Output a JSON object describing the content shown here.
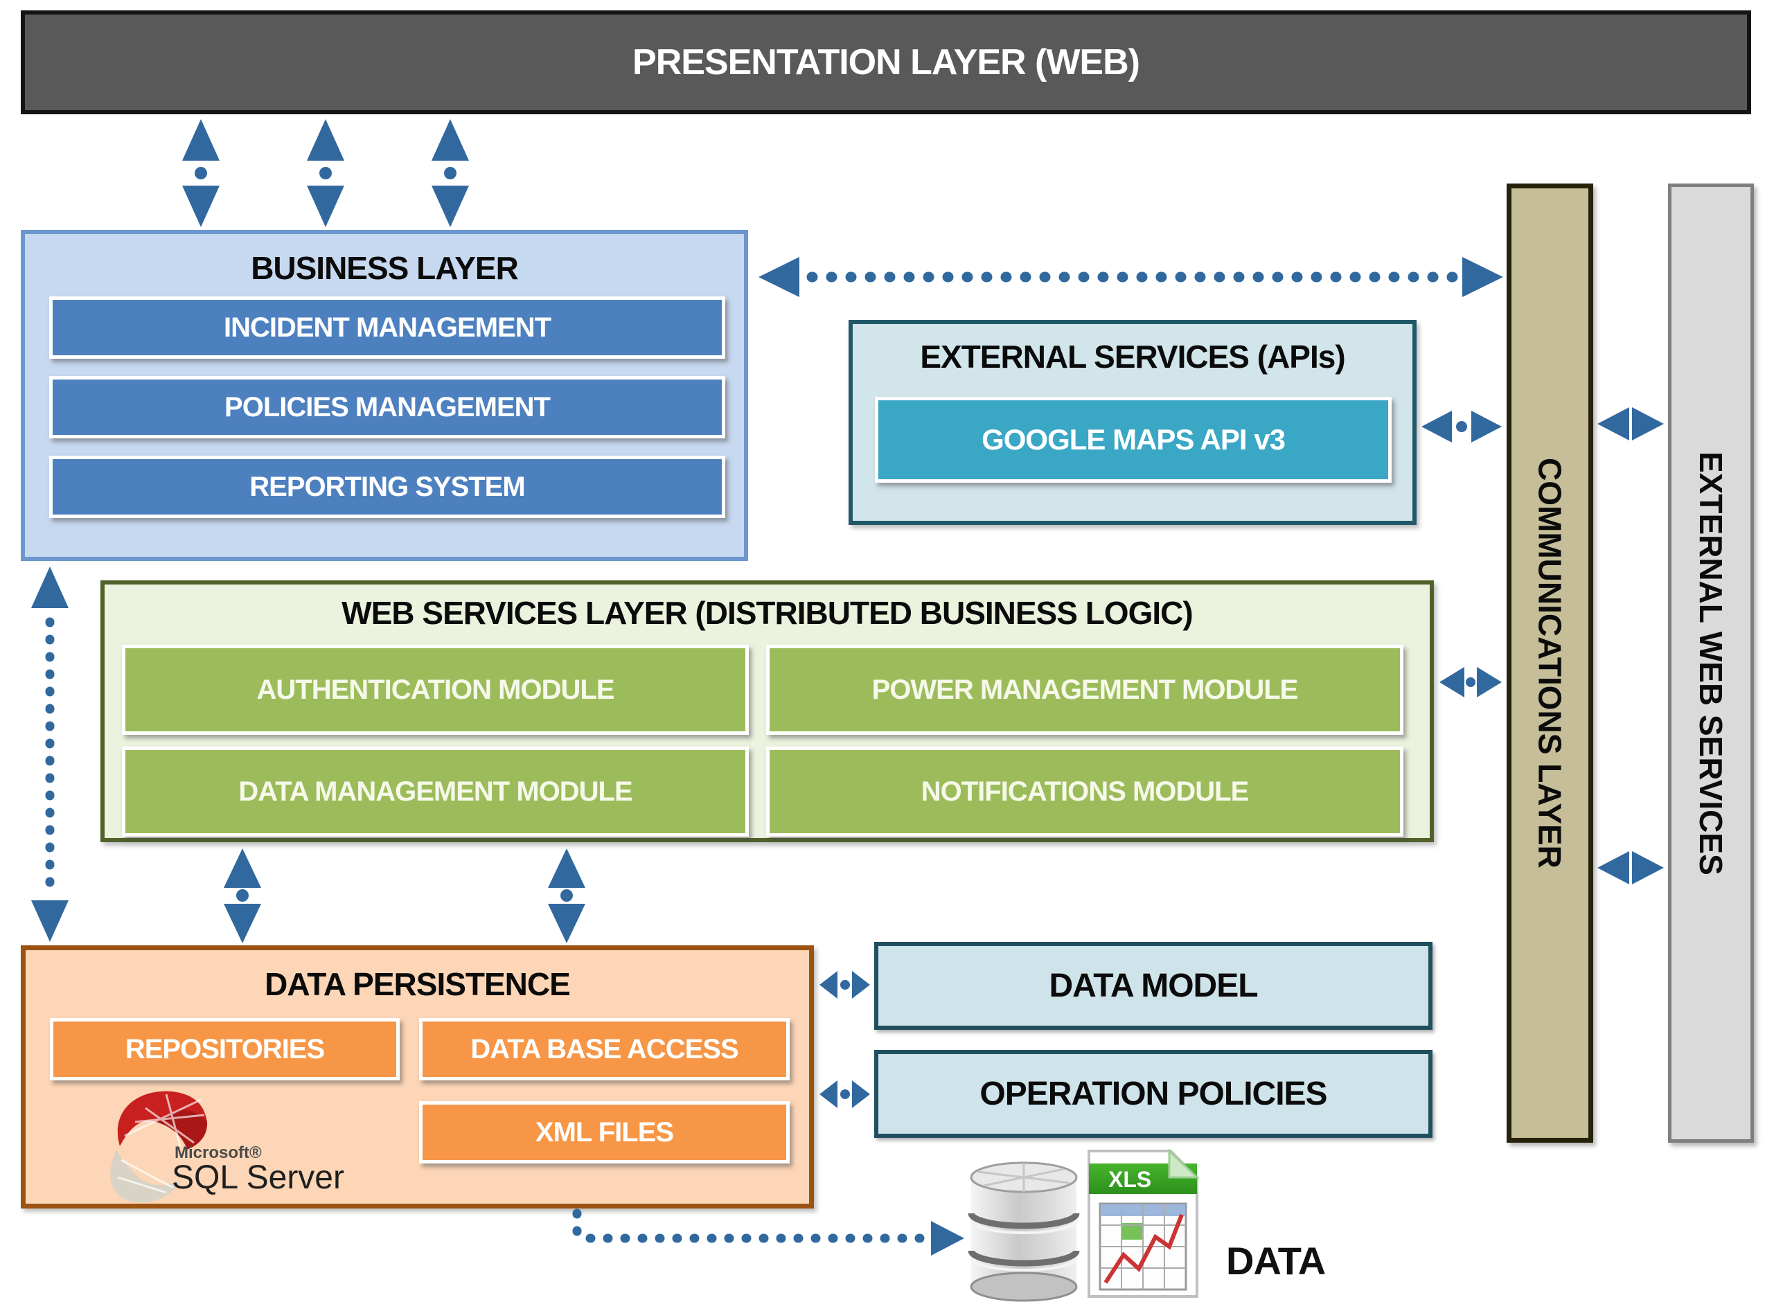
{
  "presentation_layer": {
    "title": "PRESENTATION LAYER (WEB)"
  },
  "business_layer": {
    "title": "BUSINESS LAYER",
    "modules": [
      "INCIDENT MANAGEMENT",
      "POLICIES MANAGEMENT",
      "REPORTING SYSTEM"
    ]
  },
  "external_services": {
    "title": "EXTERNAL SERVICES (APIs)",
    "modules": [
      "GOOGLE MAPS API v3"
    ]
  },
  "web_services_layer": {
    "title": "WEB SERVICES LAYER (DISTRIBUTED BUSINESS LOGIC)",
    "modules": [
      "AUTHENTICATION MODULE",
      "POWER MANAGEMENT MODULE",
      "DATA MANAGEMENT MODULE",
      "NOTIFICATIONS MODULE"
    ]
  },
  "data_persistence": {
    "title": "DATA PERSISTENCE",
    "modules": [
      "REPOSITORIES",
      "DATA BASE ACCESS",
      "XML FILES"
    ],
    "sql_server": {
      "brand": "Microsoft®",
      "product": "SQL Server"
    }
  },
  "side_boxes": {
    "data_model": "DATA MODEL",
    "operation_policies": "OPERATION POLICIES"
  },
  "vertical_bars": {
    "communications": "COMMUNICATIONS LAYER",
    "external_web": "EXTERNAL WEB SERVICES"
  },
  "data_store": {
    "label": "DATA",
    "xls_badge": "XLS"
  },
  "colors": {
    "arrow_blue": "#31699f",
    "presentation_gray": "#595959",
    "business_fill": "#c7d9f0",
    "business_module": "#4d80bf",
    "external_services_fill": "#d1e5eb",
    "google_maps_teal": "#3aa7c5",
    "web_services_fill": "#ebf2de",
    "web_services_module": "#9cbc5b",
    "data_persistence_fill": "#fcd6b6",
    "data_persistence_module": "#f79646",
    "side_box_fill": "#cfe3ea",
    "communications_tan": "#c5be98",
    "external_web_gray": "#dadada"
  }
}
